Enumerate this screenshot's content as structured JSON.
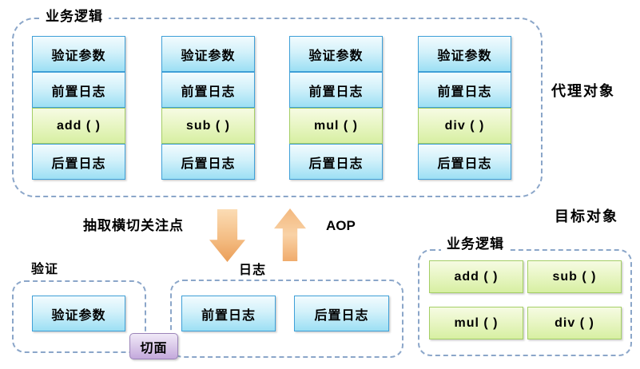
{
  "proxy": {
    "container_label": "业务逻辑",
    "side_label": "代理对象",
    "columns": [
      {
        "rows": [
          "验证参数",
          "前置日志",
          "add ( )",
          "后置日志"
        ]
      },
      {
        "rows": [
          "验证参数",
          "前置日志",
          "sub ( )",
          "后置日志"
        ]
      },
      {
        "rows": [
          "验证参数",
          "前置日志",
          "mul ( )",
          "后置日志"
        ]
      },
      {
        "rows": [
          "验证参数",
          "前置日志",
          "div ( )",
          "后置日志"
        ]
      }
    ]
  },
  "middle": {
    "extract_label": "抽取横切关注点",
    "aop_label": "AOP"
  },
  "aspects": {
    "validation": {
      "label": "验证",
      "items": [
        "验证参数"
      ]
    },
    "logging": {
      "label": "日志",
      "items": [
        "前置日志",
        "后置日志"
      ]
    },
    "aspect_tag": "切面"
  },
  "target": {
    "side_label": "目标对象",
    "container_label": "业务逻辑",
    "items": [
      "add ( )",
      "sub ( )",
      "mul ( )",
      "div ( )"
    ]
  },
  "colors": {
    "blue_cell_border": "#3fa0d8",
    "blue_cell_top": "#f2fbfe",
    "blue_cell_bottom": "#9cdff4",
    "green_cell_border": "#a5cf66",
    "green_cell_top": "#f6fbe3",
    "green_cell_bottom": "#d7efa2",
    "dashed_border": "#8ba6c9",
    "arrow_light": "#fbdcb4",
    "arrow_dark": "#ea9e58",
    "aspect_border": "#9b84b8",
    "aspect_fill": "#c4a9dc"
  }
}
